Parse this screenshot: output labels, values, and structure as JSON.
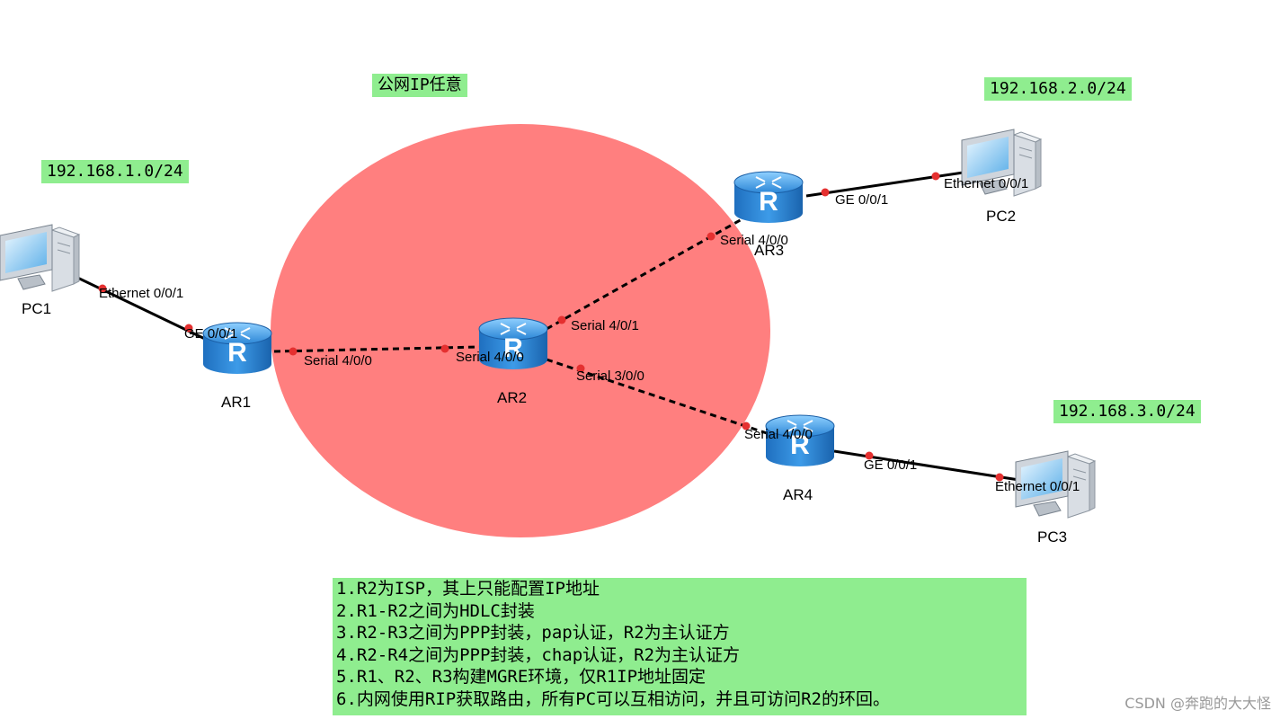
{
  "cloud_label": "公网IP任意",
  "subnets": {
    "net1": "192.168.1.0/24",
    "net2": "192.168.2.0/24",
    "net3": "192.168.3.0/24"
  },
  "devices": {
    "pc1": "PC1",
    "pc2": "PC2",
    "pc3": "PC3",
    "ar1": "AR1",
    "ar2": "AR2",
    "ar3": "AR3",
    "ar4": "AR4"
  },
  "ports": {
    "pc1_eth": "Ethernet 0/0/1",
    "ar1_ge": "GE 0/0/1",
    "ar1_serial": "Serial 4/0/0",
    "ar2_s400": "Serial 4/0/0",
    "ar2_s401": "Serial 4/0/1",
    "ar2_s300": "Serial 3/0/0",
    "ar3_serial": "Serial 4/0/0",
    "ar3_ge": "GE 0/0/1",
    "pc2_eth": "Ethernet 0/0/1",
    "ar4_serial": "Serial 4/0/0",
    "ar4_ge": "GE 0/0/1",
    "pc3_eth": "Ethernet 0/0/1"
  },
  "requirements": [
    "1.R2为ISP，其上只能配置IP地址",
    "2.R1-R2之间为HDLC封装",
    "3.R2-R3之间为PPP封装，pap认证，R2为主认证方",
    "4.R2-R4之间为PPP封装，chap认证，R2为主认证方",
    "5.R1、R2、R3构建MGRE环境，仅R1IP地址固定",
    "6.内网使用RIP获取路由，所有PC可以互相访问，并且可访问R2的环回。"
  ],
  "watermark": "CSDN @奔跑的大大怪",
  "colors": {
    "cloud": "#ff7f7f",
    "label_bg": "#8fed8f",
    "router": "#2f86d0",
    "port_dot": "#e53030"
  },
  "icons": {
    "router": "router-icon",
    "pc": "pc-icon"
  }
}
